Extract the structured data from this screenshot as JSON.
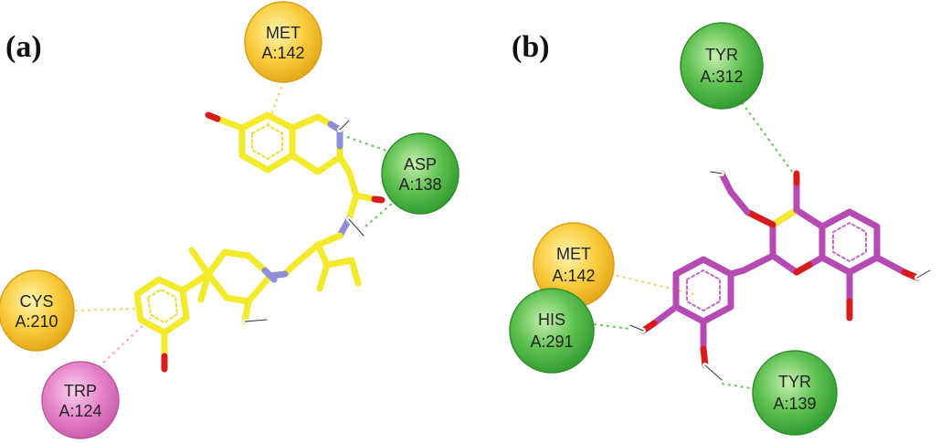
{
  "panels": [
    {
      "label": "(a)"
    },
    {
      "label": "(b)"
    }
  ],
  "residues": {
    "a_met142": {
      "name": "MET",
      "num": "A:142",
      "type": "pi-sulfur"
    },
    "a_asp138": {
      "name": "ASP",
      "num": "A:138",
      "type": "hydrogen-bond"
    },
    "a_cys210": {
      "name": "CYS",
      "num": "A:210",
      "type": "pi-sulfur"
    },
    "a_trp124": {
      "name": "TRP",
      "num": "A:124",
      "type": "pi-pi"
    },
    "b_tyr312": {
      "name": "TYR",
      "num": "A:312",
      "type": "hydrogen-bond"
    },
    "b_met142": {
      "name": "MET",
      "num": "A:142",
      "type": "pi-sulfur"
    },
    "b_his291": {
      "name": "HIS",
      "num": "A:291",
      "type": "hydrogen-bond"
    },
    "b_tyr139": {
      "name": "TYR",
      "num": "A:139",
      "type": "hydrogen-bond"
    }
  },
  "colors": {
    "pi-sulfur": "#f7c531",
    "hydrogen-bond": "#4cb84a",
    "pi-pi": "#e57fc6",
    "ligand_a": "#f2ea2b",
    "ligand_b": "#b54ab3",
    "nitrogen": "#8e8ed6",
    "oxygen": "#d81b1b",
    "hydrogen": "#ffffff",
    "line_hbond": "#6cc45e",
    "line_pisulfur": "#f3d36a",
    "line_pipi": "#f0a5d8"
  }
}
